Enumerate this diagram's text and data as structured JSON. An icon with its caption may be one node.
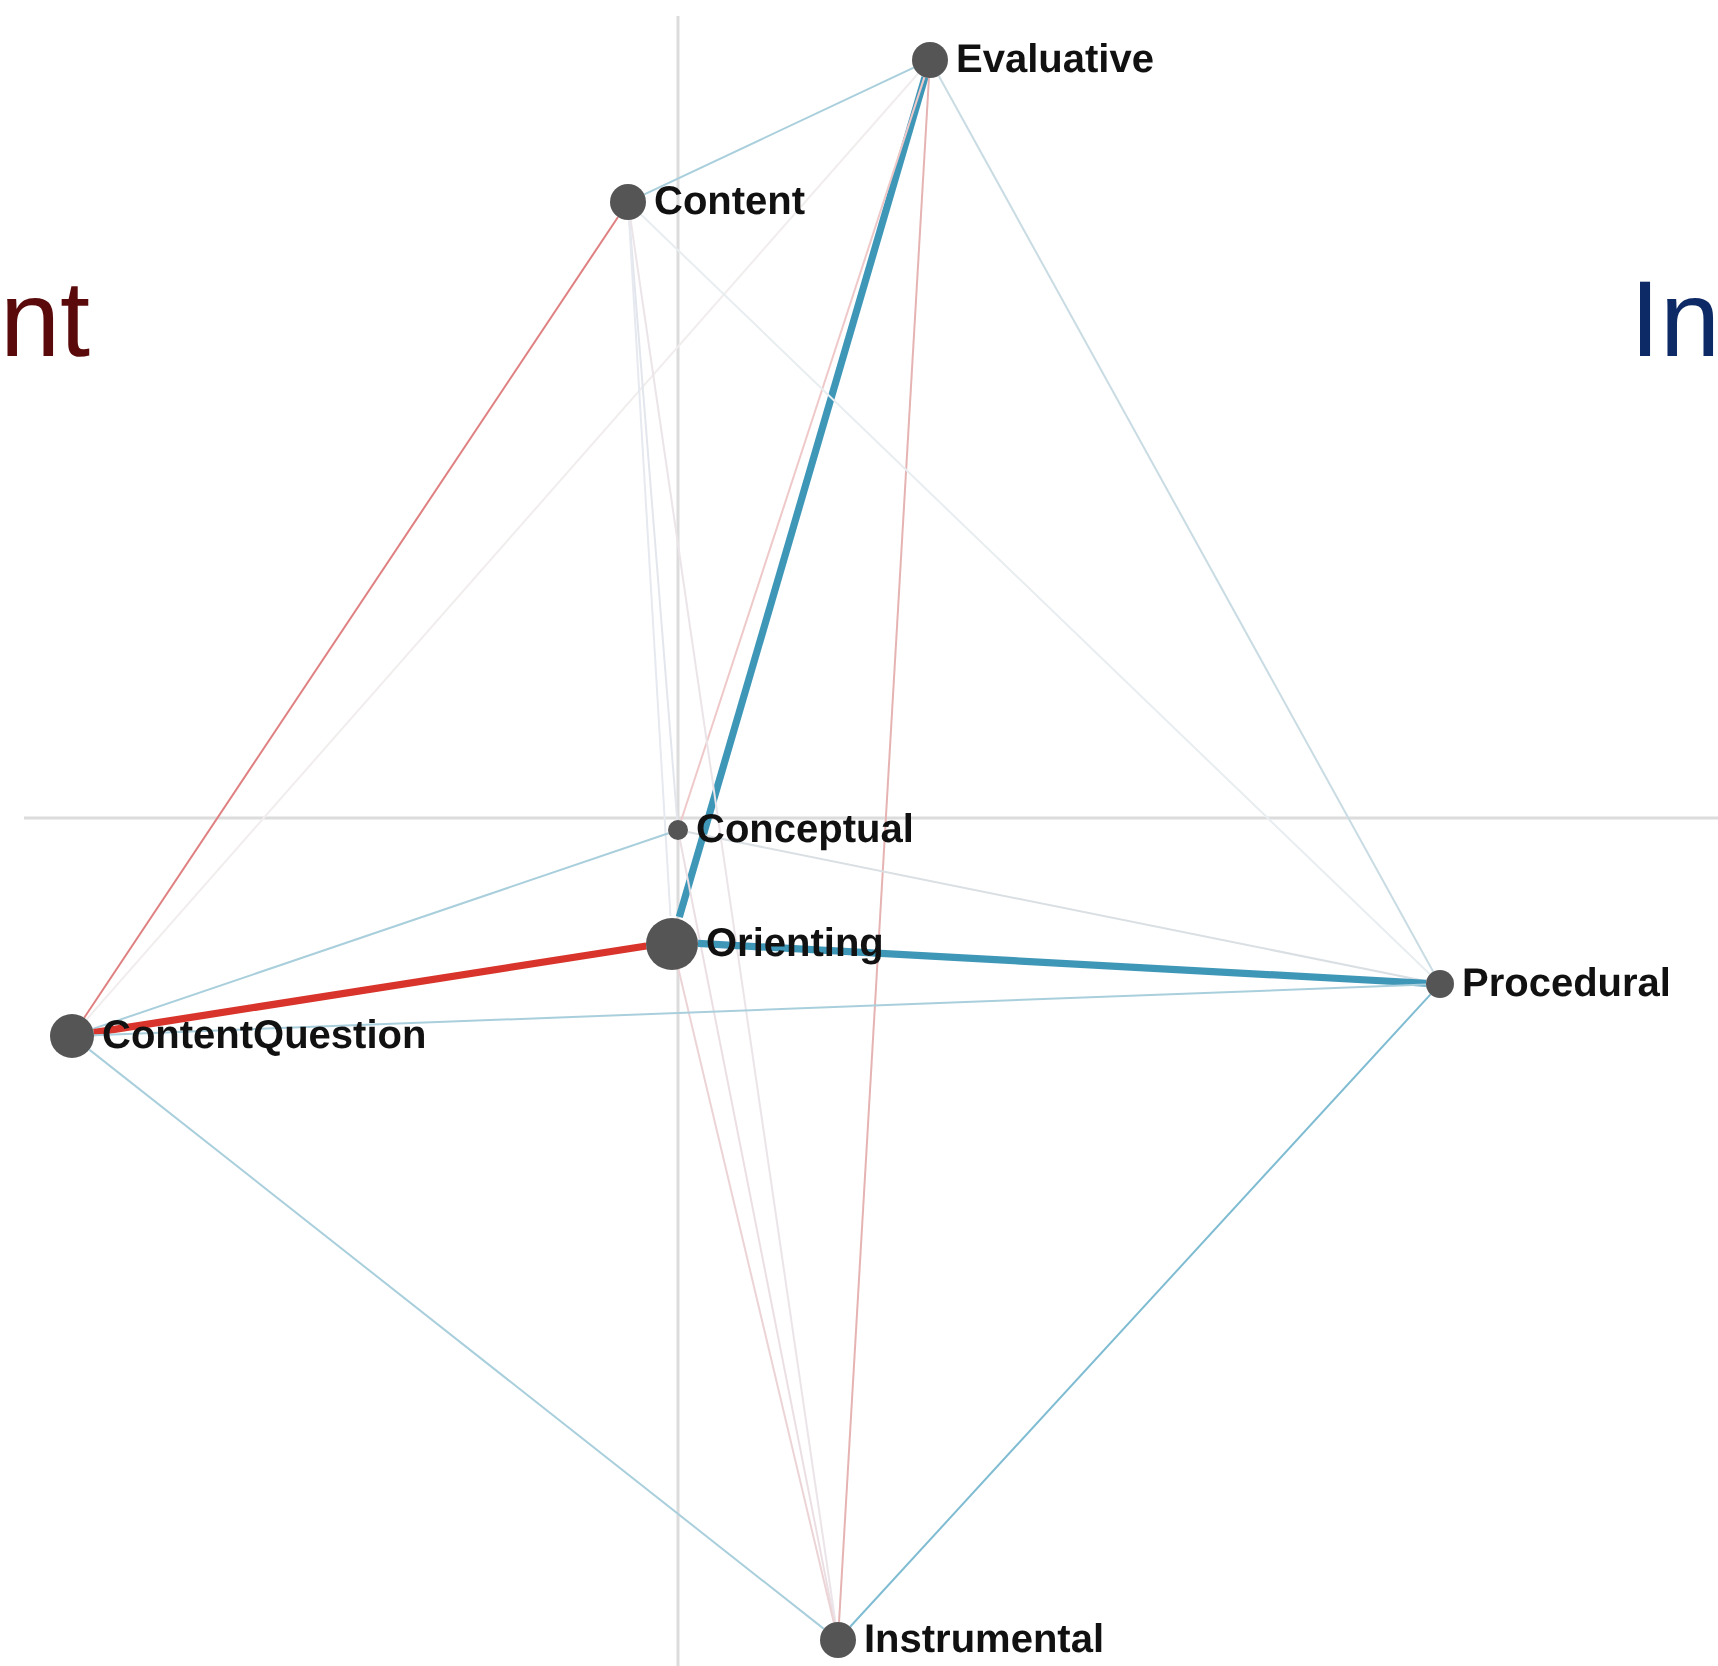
{
  "diagram": {
    "nodes": [
      {
        "text": [
          "Evaluative"
        ]
      },
      {
        "text": [
          "Content"
        ]
      },
      {
        "text": [
          "Conceptual"
        ]
      },
      {
        "text": [
          "Orienting"
        ]
      },
      {
        "text": [
          "ContentQuestion"
        ]
      },
      {
        "text": [
          "Procedural"
        ]
      },
      {
        "text": [
          "Instrumental"
        ]
      }
    ],
    "edges": [
      {
        "from": 0,
        "to": 1,
        "arrow": "none"
      },
      {
        "from": 0,
        "to": 3,
        "arrow": "none",
        "style": "thick",
        "color": "#3f97b8"
      },
      {
        "from": 0,
        "to": 2,
        "arrow": "none",
        "color": "#efc9c9"
      },
      {
        "from": 0,
        "to": 6,
        "arrow": "none",
        "color": "#e6b3b3"
      },
      {
        "from": 0,
        "to": 5,
        "arrow": "none",
        "color": "#c9dbe3"
      },
      {
        "from": 0,
        "to": 4,
        "arrow": "none",
        "color": "#f1eded"
      },
      {
        "from": 1,
        "to": 4,
        "arrow": "none",
        "color": "#e07f7f"
      },
      {
        "from": 1,
        "to": 2,
        "arrow": "none",
        "color": "#e3e6ec"
      },
      {
        "from": 1,
        "to": 3,
        "arrow": "none",
        "color": "#e6e9ef"
      },
      {
        "from": 1,
        "to": 6,
        "arrow": "none",
        "color": "#ebe4e8"
      },
      {
        "from": 1,
        "to": 5,
        "arrow": "none",
        "color": "#e8edf0"
      },
      {
        "from": 2,
        "to": 4,
        "arrow": "none"
      },
      {
        "from": 2,
        "to": 5,
        "arrow": "none",
        "color": "#d9dfe3"
      },
      {
        "from": 2,
        "to": 6,
        "arrow": "none",
        "color": "#ebdfe3"
      },
      {
        "from": 3,
        "to": 4,
        "arrow": "none",
        "style": "thick",
        "color": "#d9342b"
      },
      {
        "from": 3,
        "to": 5,
        "arrow": "none",
        "style": "thick",
        "color": "#3f97b8"
      },
      {
        "from": 3,
        "to": 6,
        "arrow": "none",
        "color": "#ecd3d6"
      },
      {
        "from": 4,
        "to": 5,
        "arrow": "none"
      },
      {
        "from": 4,
        "to": 6,
        "arrow": "none"
      },
      {
        "from": 5,
        "to": 6,
        "arrow": "none",
        "color": "#7fbcd2"
      }
    ],
    "labels": [
      "nt",
      "In"
    ]
  }
}
